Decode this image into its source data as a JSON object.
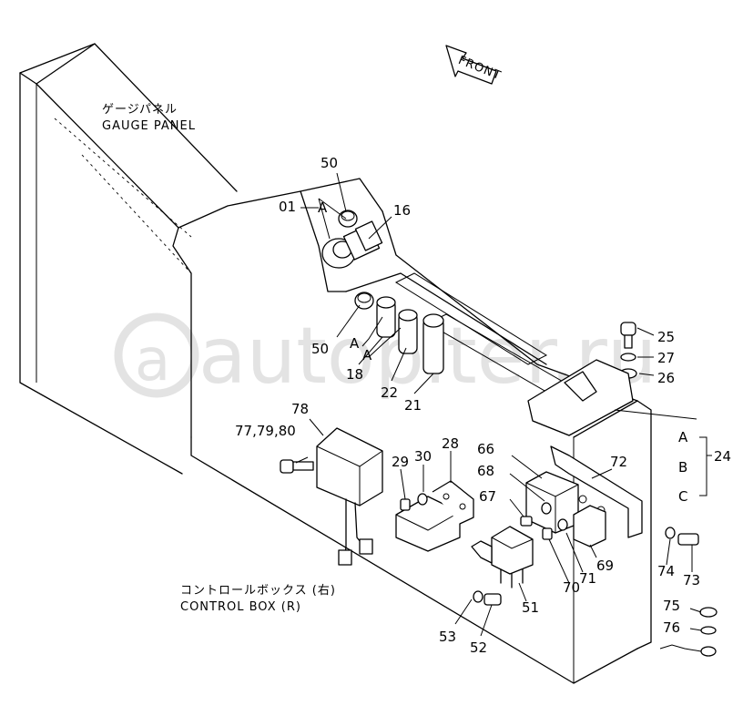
{
  "watermark": "autopiter.ru",
  "front_label": "FRONT",
  "captions": {
    "gauge_panel_jp": "ゲージパネル",
    "gauge_panel_en": "GAUGE PANEL",
    "control_box_jp": "コントロールボックス (右)",
    "control_box_en": "CONTROL BOX (R)"
  },
  "labels": {
    "l50a": "50",
    "l01": "01",
    "lA1": "A",
    "l16": "16",
    "l50b": "50",
    "lA2": "A",
    "lA3": "A",
    "l18": "18",
    "l22": "22",
    "l21": "21",
    "l25": "25",
    "l27": "27",
    "l26": "26",
    "lA4": "A",
    "lB": "B",
    "lC": "C",
    "l24": "24",
    "l78": "78",
    "l77": "77,79,80",
    "l29": "29",
    "l30": "30",
    "l28": "28",
    "l66": "66",
    "l72": "72",
    "l68": "68",
    "l67": "67",
    "l69": "69",
    "l71": "71",
    "l70": "70",
    "l51": "51",
    "l74": "74",
    "l73": "73",
    "l53": "53",
    "l52": "52",
    "l75": "75",
    "l76": "76"
  }
}
